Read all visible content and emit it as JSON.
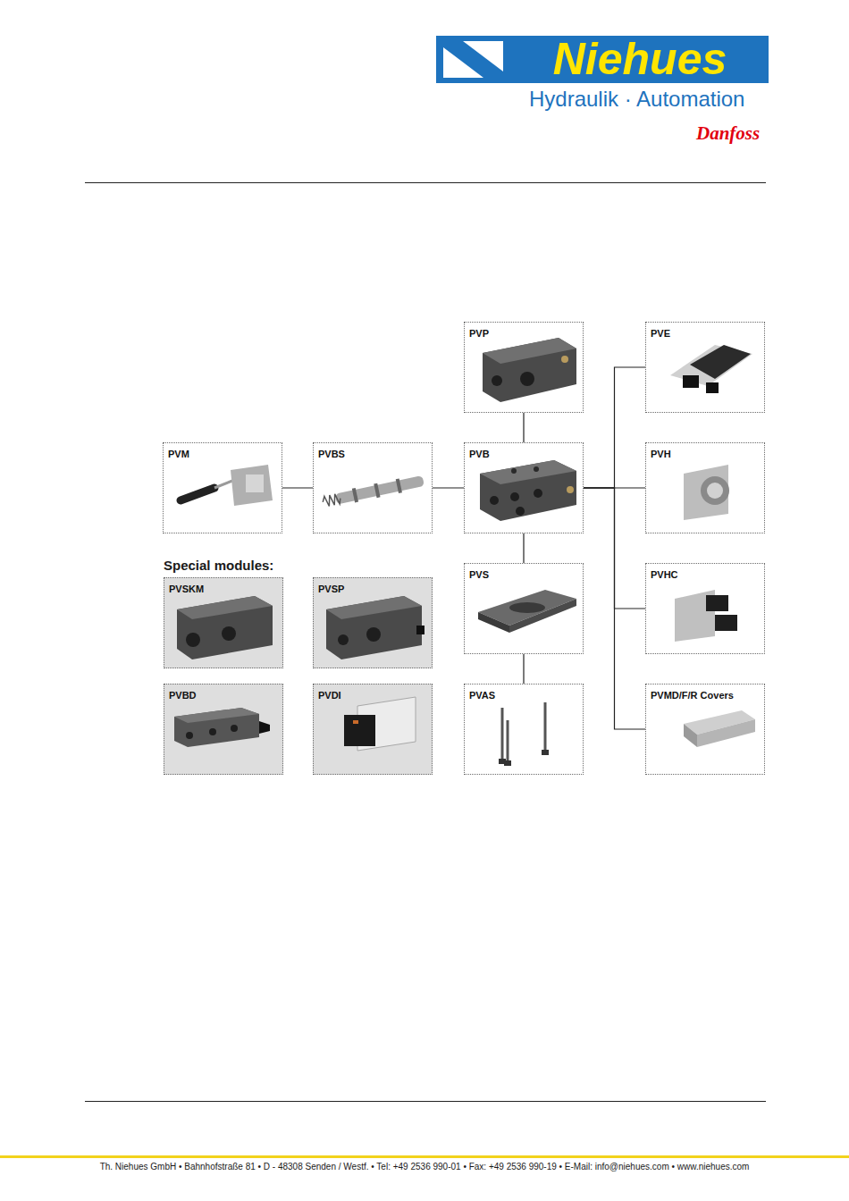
{
  "diagram": {
    "nodes": [
      {
        "text": [
          "PVP"
        ]
      },
      {
        "text": [
          "PVE"
        ]
      },
      {
        "text": [
          "PVM"
        ]
      },
      {
        "text": [
          "PVBS"
        ]
      },
      {
        "text": [
          "PVB"
        ]
      },
      {
        "text": [
          "PVH"
        ]
      },
      {
        "text": [
          "PVSKM"
        ]
      },
      {
        "text": [
          "PVSP"
        ]
      },
      {
        "text": [
          "PVS"
        ]
      },
      {
        "text": [
          "PVHC"
        ]
      },
      {
        "text": [
          "PVBD"
        ]
      },
      {
        "text": [
          "PVDI"
        ]
      },
      {
        "text": [
          "PVAS"
        ]
      },
      {
        "text": [
          "PVMD/F/R Covers"
        ]
      }
    ],
    "edges": [
      {
        "from": 0,
        "to": 4,
        "arrow": "none"
      },
      {
        "from": 2,
        "to": 3,
        "arrow": "none"
      },
      {
        "from": 3,
        "to": 4,
        "arrow": "none"
      },
      {
        "from": 4,
        "to": 8,
        "arrow": "none"
      },
      {
        "from": 8,
        "to": 12,
        "arrow": "none"
      },
      {
        "from": 4,
        "to": 1,
        "arrow": "none"
      },
      {
        "from": 4,
        "to": 5,
        "arrow": "none"
      },
      {
        "from": 4,
        "to": 9,
        "arrow": "none"
      },
      {
        "from": 4,
        "to": 13,
        "arrow": "none"
      }
    ],
    "labels": [
      "Niehues",
      "Hydraulik · Automation",
      "Danfoss",
      "Special modules:",
      "Th. Niehues GmbH • Bahnhofstraße 81 • D - 48308 Senden / Westf. • Tel: +49 2536 990-01 • Fax: +49 2536 990-19 • E-Mail: info@niehues.com • www.niehues.com"
    ]
  }
}
